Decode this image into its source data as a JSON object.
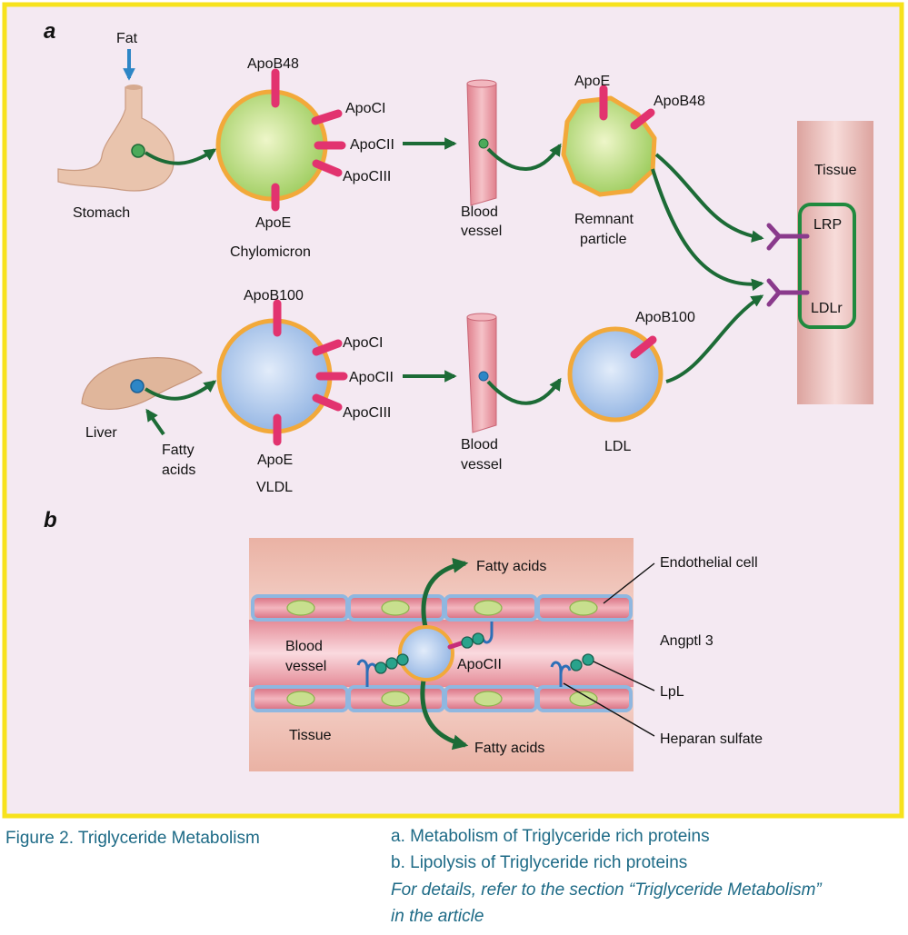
{
  "panels": {
    "a": "a",
    "b": "b"
  },
  "panel_a": {
    "fat": "Fat",
    "stomach": "Stomach",
    "chylomicron": {
      "name": "Chylomicron",
      "top": "ApoB48",
      "bottom": "ApoE",
      "cI": "ApoCI",
      "cII": "ApoCII",
      "cIII": "ApoCIII"
    },
    "blood_vessel_top": [
      "Blood",
      "vessel"
    ],
    "remnant": {
      "apoe": "ApoE",
      "apob48": "ApoB48",
      "line1": "Remnant",
      "line2": "particle"
    },
    "tissue": "Tissue",
    "lrp": "LRP",
    "ldlr": "LDLr",
    "vldl": {
      "name": "VLDL",
      "top": "ApoB100",
      "bottom": "ApoE",
      "cI": "ApoCI",
      "cII": "ApoCII",
      "cIII": "ApoCIII"
    },
    "liver": "Liver",
    "fatty_acids": [
      "Fatty",
      "acids"
    ],
    "blood_vessel_bottom": [
      "Blood",
      "vessel"
    ],
    "ldl": {
      "name": "LDL",
      "apob100": "ApoB100"
    }
  },
  "panel_b": {
    "fatty_acids_top": "Fatty acids",
    "fatty_acids_bottom": "Fatty acids",
    "endothelial_cell": "Endothelial cell",
    "blood_vessel": [
      "Blood",
      "vessel"
    ],
    "apocii": "ApoCII",
    "angptl3": "Angptl 3",
    "lpl": "LpL",
    "tissue": "Tissue",
    "heparan_sulfate": "Heparan sulfate"
  },
  "caption": {
    "title": "Figure 2. Triglyceride Metabolism",
    "line_a": "a. Metabolism of Triglyceride rich proteins",
    "line_b": "b. Lipolysis of Triglyceride rich proteins",
    "note1": "For details, refer to the section “Triglyceride Metabolism”",
    "note2": "in the article"
  },
  "colors": {
    "frame_border": "#f7e21c",
    "frame_fill": "#f4e9f2",
    "arrow": "#1c6b36",
    "fat_arrow": "#2d86c6",
    "apo": "#e2336f",
    "particle_rim": "#f2a93a",
    "chylo_fill": "#b7d77a",
    "vldl_fill": "#a9c6ec",
    "vessel": "#e8949e",
    "tissue": "#dca39e",
    "receptor": "#8a3a8c",
    "receptor_box": "#1f8a3e",
    "caption": "#1d6a86"
  }
}
